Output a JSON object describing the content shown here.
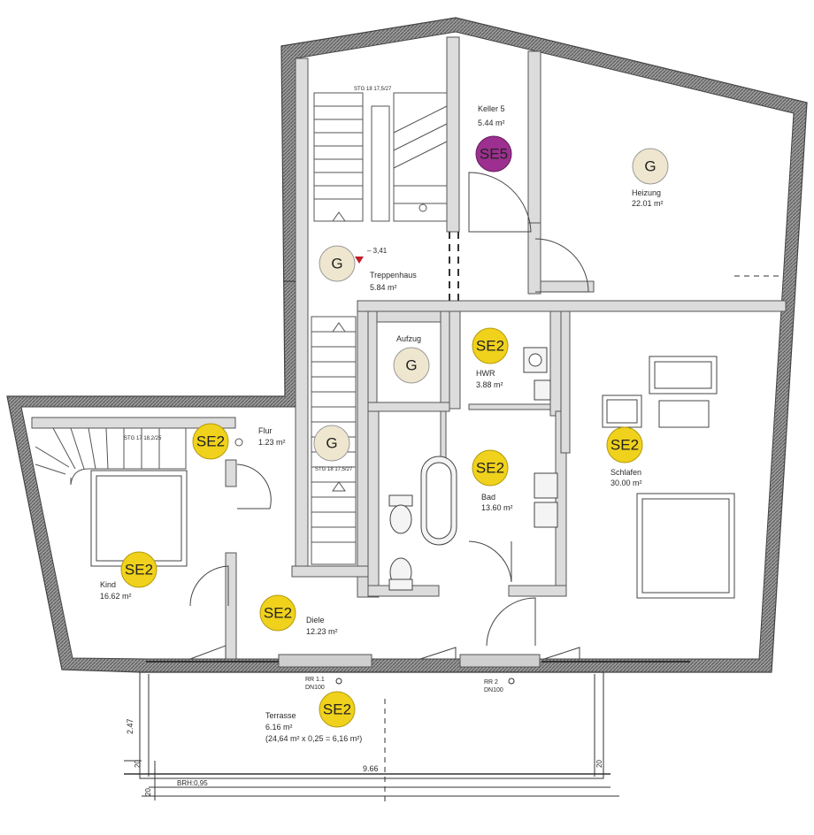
{
  "markers": {
    "se5": "SE5",
    "se2": "SE2",
    "g": "G",
    "colors": {
      "se2": "#f0d21c",
      "se5": "#9c2f8f",
      "g": "#efe6cf"
    }
  },
  "rooms": {
    "keller": {
      "name": "Keller 5",
      "area": "5.44 m²"
    },
    "heizung": {
      "name": "Heizung",
      "area": "22.01 m²"
    },
    "treppenhaus": {
      "name": "Treppenhaus",
      "area": "5.84 m²"
    },
    "aufzug": {
      "name": "Aufzug"
    },
    "hwr": {
      "name": "HWR",
      "area": "3.88 m²"
    },
    "flur": {
      "name": "Flur",
      "area": "1.23 m²"
    },
    "bad": {
      "name": "Bad",
      "area": "13.60 m²"
    },
    "schlafen": {
      "name": "Schlafen",
      "area": "30.00 m²"
    },
    "kind": {
      "name": "Kind",
      "area": "16.62 m²"
    },
    "diele": {
      "name": "Diele",
      "area": "12.23 m²"
    },
    "terrasse": {
      "name": "Terrasse",
      "area": "6.16 m²",
      "calc": "(24,64 m² x 0,25 = 6,16 m²)"
    }
  },
  "annotations": {
    "level": "– 3,41",
    "stair_top": "STG 18 17,5/27",
    "stair_mid": "STG 18 17,5/27",
    "stair_left": "STG 17 18,2/25",
    "drain1": "RR 1.1",
    "drain1_dn": "DN100",
    "drain2": "RR 2",
    "drain2_dn": "DN100",
    "dim_width": "9.66",
    "dim_depth": "2.47",
    "dim_20_a": "20",
    "dim_20_b": "20",
    "dim_20_c": "20",
    "brh": "BRH:0,95"
  }
}
